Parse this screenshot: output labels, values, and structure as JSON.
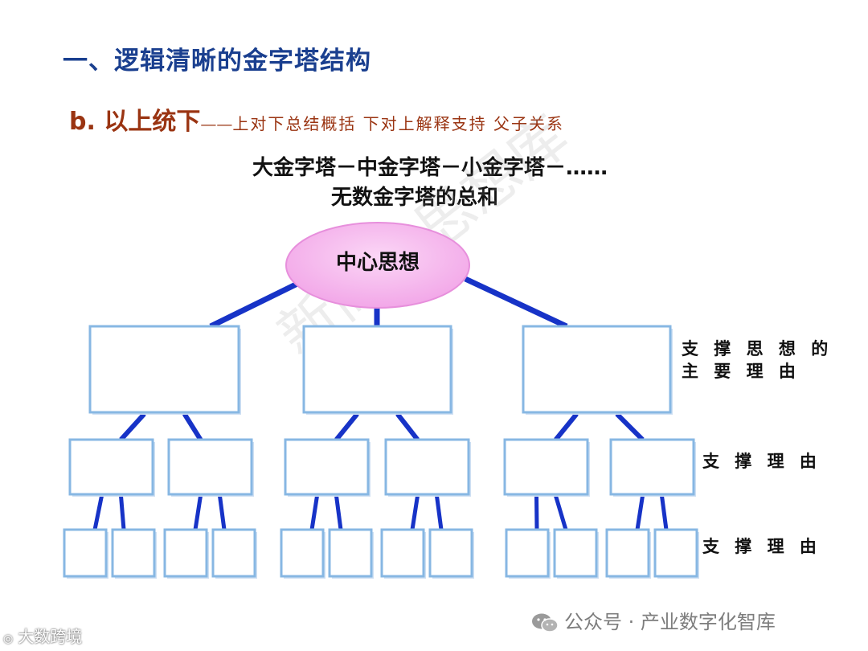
{
  "title": "一、逻辑清晰的金字塔结构",
  "subtitle": {
    "main": "b. 以上统下",
    "dash": "——",
    "note": "上对下总结概括   下对上解释支持   父子关系"
  },
  "heading": {
    "line1": "大金字塔－中金字塔－小金字塔－……",
    "line2": "无数金字塔的总和"
  },
  "root": {
    "label": "中心思想"
  },
  "level_labels": {
    "level1": [
      "支 撑 思 想 的",
      "主 要 理 由"
    ],
    "level2": "支 撑 理 由",
    "level3": "支 撑 理 由"
  },
  "tree": {
    "level1_count": 3,
    "level2_per_parent": 2,
    "level3_per_parent": 2
  },
  "colors": {
    "connector": "#1733c7",
    "box_border": "#87b7e3",
    "box_fill": "#ffffff",
    "root_fill": "#f4b6ec",
    "title": "#1a3f8f",
    "subtitle": "#9a3412"
  },
  "watermark": "新商业思想库",
  "footer": {
    "wechat": "公众号 · 产业数字化智库",
    "logo": "大数跨境"
  }
}
